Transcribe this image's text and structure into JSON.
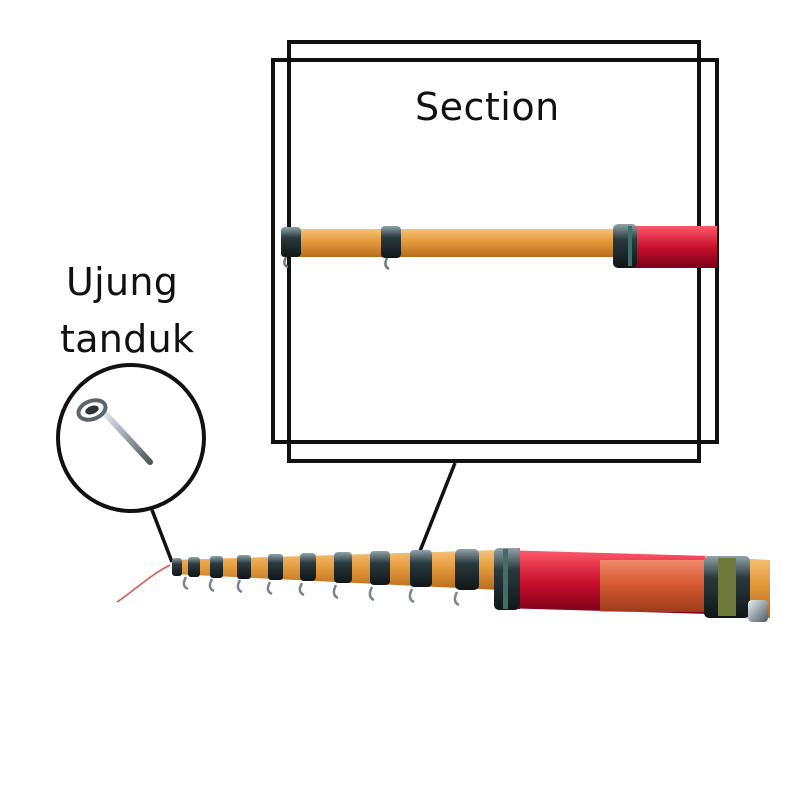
{
  "labels": {
    "section": "Section",
    "tip_line1": "Ujung",
    "tip_line2": "tanduk"
  },
  "colors": {
    "frame": "#111111",
    "rod_orange": "#e39a3a",
    "rod_gold": "#f0b24a",
    "rod_red": "#c8102e",
    "ring_dark": "#1d2a2e",
    "ring_teal": "#3f6f6a",
    "guide_metal": "#9aa5ab",
    "line_red": "#e0574a"
  },
  "icons": {
    "tip_guide": "rod-tip-guide-icon"
  }
}
